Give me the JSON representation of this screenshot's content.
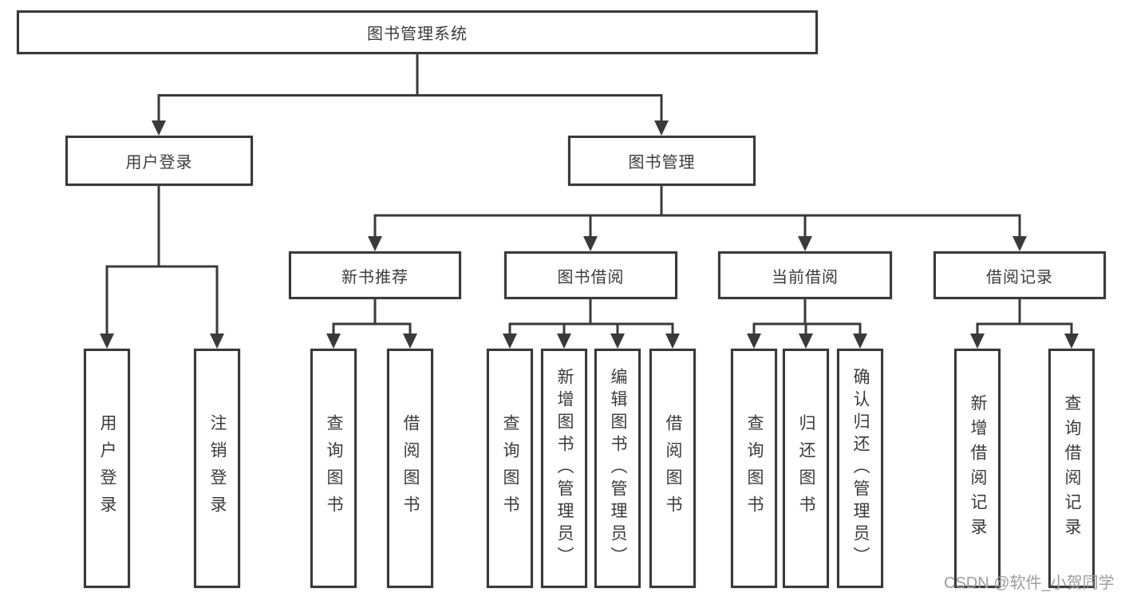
{
  "diagram": {
    "root": {
      "label": "图书管理系统"
    },
    "level2": [
      {
        "label": "用户登录"
      },
      {
        "label": "图书管理"
      }
    ],
    "level3": [
      {
        "label": "新书推荐"
      },
      {
        "label": "图书借阅"
      },
      {
        "label": "当前借阅"
      },
      {
        "label": "借阅记录"
      }
    ],
    "leaves": [
      {
        "label": "用户登录"
      },
      {
        "label": "注销登录"
      },
      {
        "label": "查询图书"
      },
      {
        "label": "借阅图书"
      },
      {
        "label": "查询图书"
      },
      {
        "label": "新增图书（管理员）"
      },
      {
        "label": "编辑图书（管理员）"
      },
      {
        "label": "借阅图书"
      },
      {
        "label": "查询图书"
      },
      {
        "label": "归还图书"
      },
      {
        "label": "确认归还（管理员）"
      },
      {
        "label": "新增借阅记录"
      },
      {
        "label": "查询借阅记录"
      }
    ],
    "watermark": "CSDN @软件_小贺同学",
    "colors": {
      "line": "#3a3a3a",
      "text": "#3b3b3b",
      "watermark": "#9c9c9c",
      "background": "#ffffff"
    }
  }
}
